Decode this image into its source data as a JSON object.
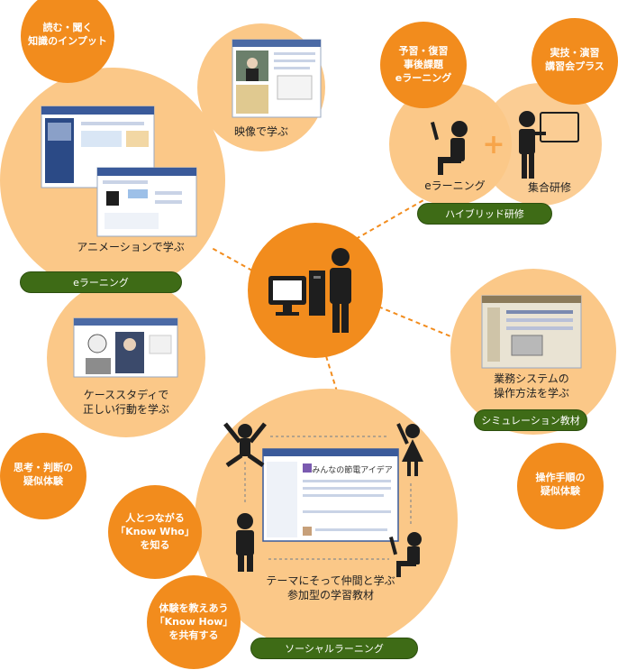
{
  "center": {
    "icon": "computer-person-icon"
  },
  "elearning": {
    "input_bubble": "読む・聞く\n知識のインプット",
    "video_label": "映像で学ぶ",
    "animation_label": "アニメーションで学ぶ",
    "badge": "eラーニング",
    "case_label": "ケーススタディで\n正しい行動を学ぶ",
    "thinking_bubble": "思考・判断の\n疑似体験"
  },
  "hybrid": {
    "bubble_left": "予習・復習\n事後課題\neラーニング",
    "bubble_right": "実技・演習\n講習会プラス",
    "left_label": "eラーニング",
    "right_label": "集合研修",
    "badge": "ハイブリッド研修"
  },
  "simulation": {
    "label": "業務システムの\n操作方法を学ぶ",
    "badge": "シミュレーション教材",
    "bubble": "操作手順の\n疑似体験"
  },
  "social": {
    "screen_title": "みんなの節電アイデア",
    "know_who_bubble": "人とつながる\n「Know Who」\nを知る",
    "know_how_bubble": "体験を教えあう\n「Know How」\nを共有する",
    "label": "テーマにそって仲間と学ぶ\n参加型の学習教材",
    "badge": "ソーシャルラーニング"
  },
  "colors": {
    "pale_orange": "#fbc888",
    "mid_orange": "#f7a54a",
    "dark_orange": "#f28c1d",
    "badge_green": "#3e6b16"
  }
}
